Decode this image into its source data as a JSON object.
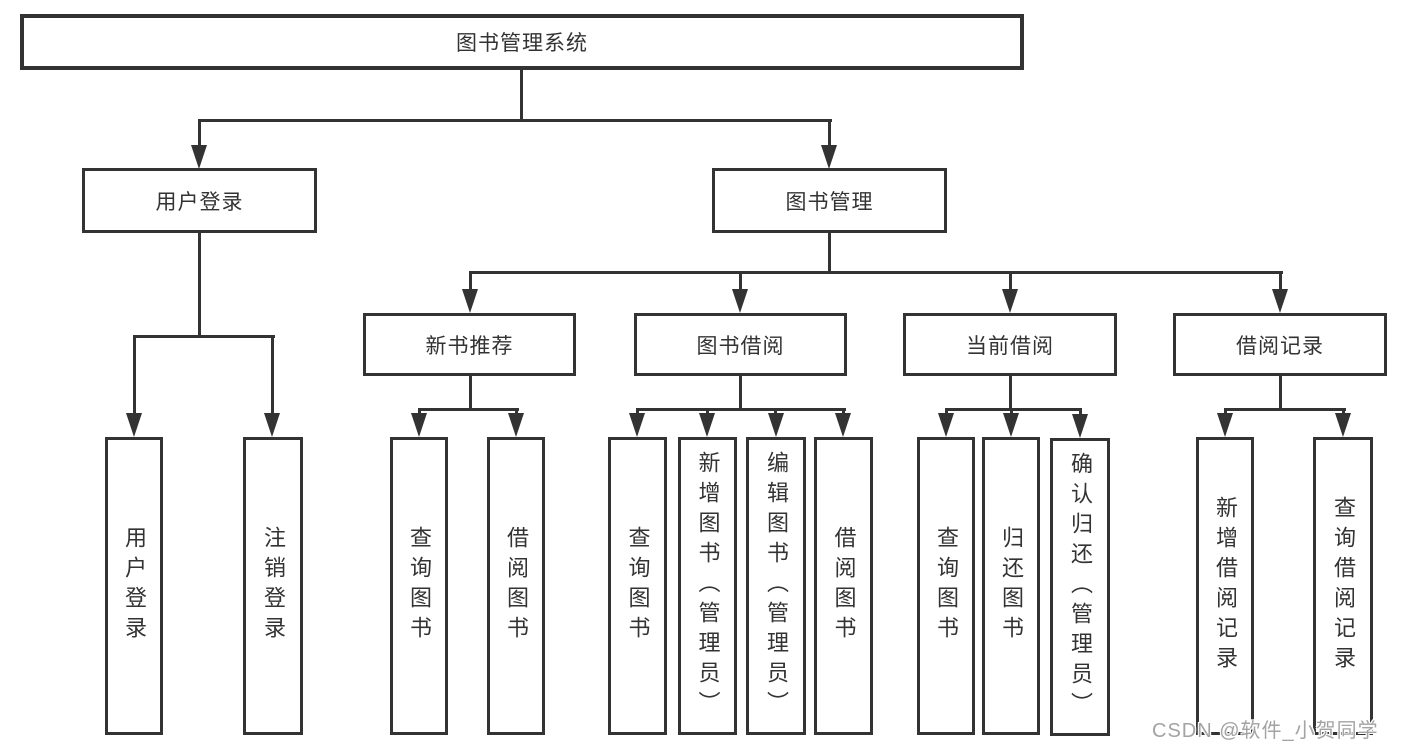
{
  "diagram": {
    "title_node": "图书管理系统",
    "level2": {
      "user_login": "用户登录",
      "book_management": "图书管理"
    },
    "level3": {
      "new_book_recommend": "新书推荐",
      "book_borrow": "图书借阅",
      "current_borrow": "当前借阅",
      "borrow_records": "借阅记录"
    },
    "leaves": {
      "user_login": "用户登录",
      "logout": "注销登录",
      "query_books_recommend": "查询图书",
      "borrow_books_recommend": "借阅图书",
      "query_books_borrow": "查询图书",
      "add_book_admin": "新增图书（管理员）",
      "edit_book_admin": "编辑图书（管理员）",
      "borrow_books_borrow": "借阅图书",
      "query_books_current": "查询图书",
      "return_book": "归还图书",
      "confirm_return_admin": "确认归还（管理员）",
      "add_borrow_record": "新增借阅记录",
      "query_borrow_record": "查询借阅记录"
    }
  },
  "watermark": "CSDN @软件_小贺同学",
  "colors": {
    "line": "#333333",
    "background": "#ffffff",
    "watermark_text": "#a3a3a3"
  }
}
